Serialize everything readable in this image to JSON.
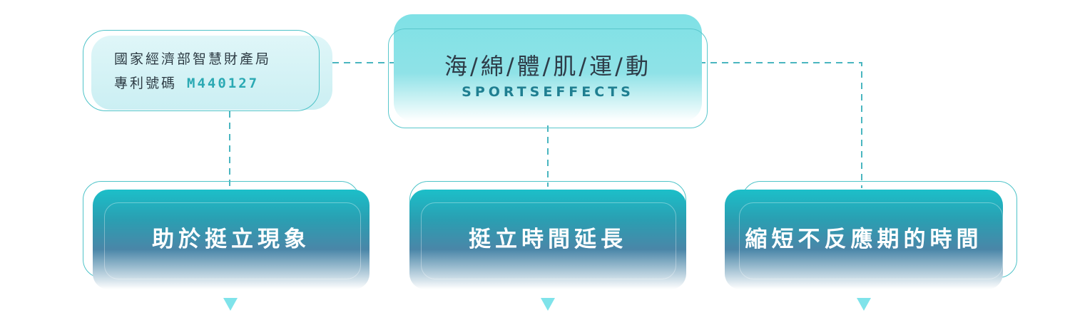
{
  "patent": {
    "line1": "國家經濟部智慧財產局",
    "line2_label": "專利號碼",
    "line2_code": "M440127"
  },
  "center": {
    "title": "海/綿/體/肌/運/動",
    "subtitle": "SPORTSEFFECTS"
  },
  "boxes": [
    {
      "label": "助於挺立現象"
    },
    {
      "label": "挺立時間延長"
    },
    {
      "label": "縮短不反應期的時間"
    }
  ],
  "colors": {
    "accent_teal": "#1cbfc9",
    "light_teal": "#8fe2e7",
    "line_dash": "#4ab6c0"
  }
}
